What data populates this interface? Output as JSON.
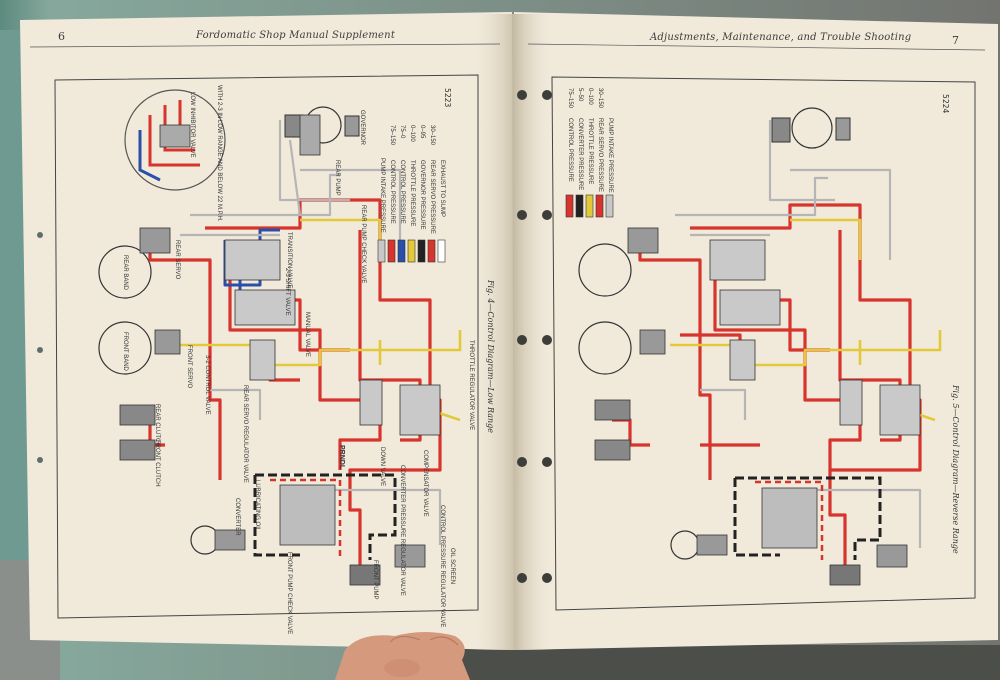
{
  "left_page": {
    "number": "6",
    "header": "Fordomatic Shop Manual Supplement",
    "figure_caption": "Fig. 4—Control Diagram—Low Range",
    "figure_code": "5223",
    "labels": {
      "low_range_note": "WITH 2-3 IN LOW RANGE AND BELOW 22 M.P.H.",
      "low_inhibitor": "LOW INHIBITOR VALVE",
      "governor": "GOVERNOR",
      "rear_pump": "REAR PUMP",
      "rear_pump_check": "REAR PUMP CHECK VALVE",
      "rear_band": "REAR BAND",
      "front_band": "FRONT BAND",
      "rear_servo": "REAR SERVO",
      "front_servo": "FRONT SERVO",
      "shift_valve": "2-3 SHIFT VALVE",
      "valve_3_2": "3-2 CONTROL VALVE",
      "rear_servo_reg": "REAR SERVO REGULATOR VALVE",
      "throttle_reg": "THROTTLE REGULATOR VALVE",
      "rear_clutch": "REAR CLUTCH",
      "front_clutch": "FRONT CLUTCH",
      "manual_valve": "MANUAL VALVE",
      "transition_valve": "TRANSITION VALVE",
      "pr_ndl": "PRNDL",
      "down_valve": "DOWN VALVE",
      "converter_pressure_reg": "CONVERTER PRESSURE REGULATOR VALVE",
      "compensator": "COMPENSATOR VALVE",
      "control_pressure_reg": "CONTROL PRESSURE REGULATOR VALVE",
      "lubricating_oil": "LUBRICATING OIL",
      "converter": "CONVERTER",
      "front_pump_check": "FRONT PUMP CHECK VALVE",
      "front_pump": "FRONT PUMP",
      "oil_screen": "OIL SCREEN"
    },
    "legend": [
      {
        "label": "PUMP INTAKE PRESSURE",
        "value": "",
        "color": "#c8c8c8"
      },
      {
        "label": "CONTROL PRESSURE",
        "value": "75–150",
        "color": "#d8342e"
      },
      {
        "label": "CONTROL PRESSURE",
        "value": "75–0",
        "color": "#2a4fa8"
      },
      {
        "label": "THROTTLE PRESSURE",
        "value": "0–100",
        "color": "#e3c93a"
      },
      {
        "label": "GOVERNOR PRESSURE",
        "value": "0–95",
        "color": "#222222"
      },
      {
        "label": "REAR SERVO PRESSURE",
        "value": "30–150",
        "color": "#d8342e"
      },
      {
        "label": "EXHAUST TO SUMP",
        "value": "",
        "color": "#ffffff"
      }
    ]
  },
  "right_page": {
    "number": "7",
    "header": "Adjustments, Maintenance, and Trouble Shooting",
    "figure_caption": "Fig. 5—Control Diagram—Reverse Range",
    "figure_code": "5224",
    "legend": [
      {
        "label": "CONTROL PRESSURE",
        "value": "75–150",
        "color": "#d8342e"
      },
      {
        "label": "CONVERTER PRESSURE",
        "value": "5–50",
        "color": "#222222"
      },
      {
        "label": "THROTTLE PRESSURE",
        "value": "0–100",
        "color": "#e3c93a"
      },
      {
        "label": "REAR SERVO PRESSURE",
        "value": "30–150",
        "color": "#d8342e"
      },
      {
        "label": "PUMP INTAKE PRESSURE",
        "value": "",
        "color": "#c8c8c8"
      }
    ]
  },
  "colors": {
    "paper": "#f1eadb",
    "pressure_red": "#d8342e",
    "pressure_blue": "#2a4fa8",
    "pressure_yellow": "#e3c93a",
    "pressure_black": "#222222"
  }
}
